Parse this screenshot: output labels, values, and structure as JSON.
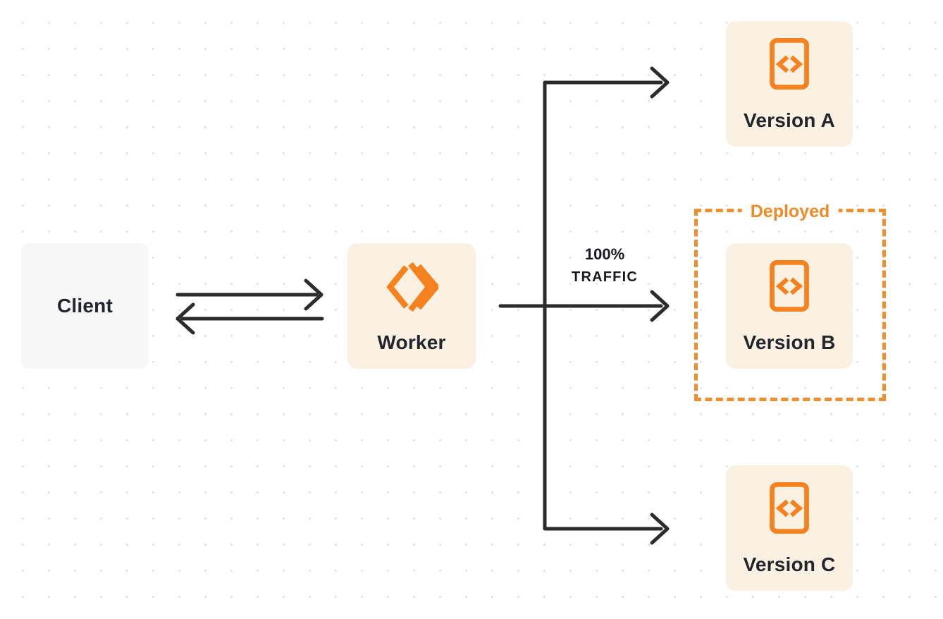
{
  "diagram": {
    "nodes": {
      "client": {
        "label": "Client"
      },
      "worker": {
        "label": "Worker",
        "icon": "cloudflare-workers-icon"
      },
      "version_a": {
        "label": "Version A",
        "icon": "code-file-icon"
      },
      "version_b": {
        "label": "Version B",
        "icon": "code-file-icon"
      },
      "version_c": {
        "label": "Version C",
        "icon": "code-file-icon"
      }
    },
    "deployed_group": {
      "label": "Deployed"
    },
    "traffic_label": {
      "line1": "100%",
      "line2": "TRAFFIC"
    },
    "colors": {
      "accent_orange": "#F6821F",
      "deployed_orange": "#EE8E2F",
      "node_cream_bg": "#FBF1E3",
      "node_gray_bg": "#F7F7F8",
      "text_dark": "#22252B",
      "arrow_dark": "#2B2B2B",
      "dot_grid": "#E3E3E6",
      "page_bg": "#FFFFFF"
    }
  }
}
